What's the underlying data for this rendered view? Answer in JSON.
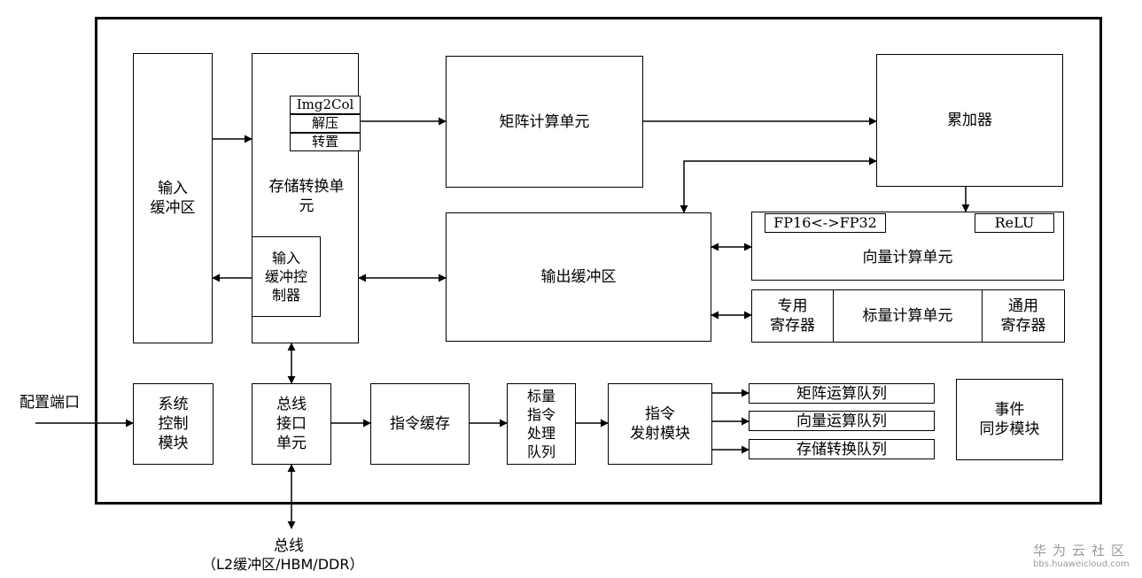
{
  "labels": {
    "input_buffer": "输入\n缓冲区",
    "storage_convert": "存储转换单\n元",
    "img2col": "Img2Col",
    "decompress": "解压",
    "transpose": "转置",
    "input_buffer_ctrl": "输入\n缓冲控\n制器",
    "matrix_unit": "矩阵计算单元",
    "accumulator": "累加器",
    "output_buffer": "输出缓冲区",
    "fp_convert": "FP16<->FP32",
    "relu": "ReLU",
    "vector_unit": "向量计算单元",
    "special_reg": "专用\n寄存器",
    "scalar_unit": "标量计算单元",
    "general_reg": "通用\n寄存器",
    "config_port": "配置端口",
    "sys_ctrl": "系统\n控制\n模块",
    "bus_iface": "总线\n接口\n单元",
    "instr_cache": "指令缓存",
    "scalar_queue": "标量\n指令\n处理\n队列",
    "instr_issue": "指令\n发射模块",
    "matrix_queue": "矩阵运算队列",
    "vector_queue": "向量运算队列",
    "storage_queue": "存储转换队列",
    "event_sync": "事件\n同步模块",
    "bus": "总线",
    "bus_sub": "（L2缓冲区/HBM/DDR）"
  },
  "watermark": {
    "name": "华为云社区",
    "url": "bbs.huaweicloud.com"
  }
}
